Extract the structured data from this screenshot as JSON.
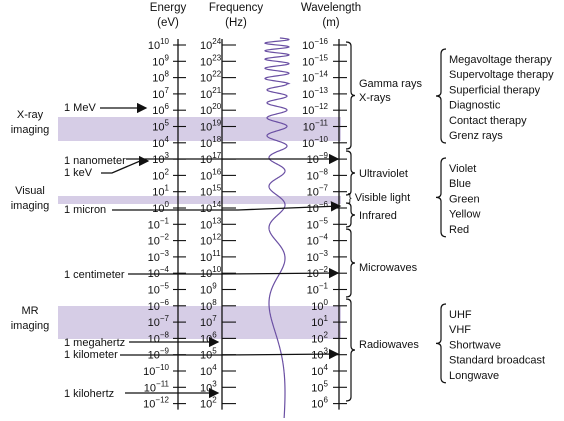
{
  "headers": {
    "energy": "Energy",
    "energy_unit": "(eV)",
    "frequency": "Frequency",
    "frequency_unit": "(Hz)",
    "wavelength": "Wavelength",
    "wavelength_unit": "(m)"
  },
  "energy_exponents": [
    "10",
    "9",
    "8",
    "7",
    "6",
    "5",
    "4",
    "3",
    "2",
    "1",
    "0",
    "−1",
    "−2",
    "−3",
    "−4",
    "−5",
    "−6",
    "−7",
    "−8",
    "−9",
    "−10",
    "−11",
    "−12"
  ],
  "frequency_exponents": [
    "24",
    "23",
    "22",
    "21",
    "20",
    "19",
    "18",
    "17",
    "16",
    "15",
    "14",
    "13",
    "12",
    "11",
    "10",
    "9",
    "8",
    "7",
    "6",
    "5",
    "4",
    "3",
    "2"
  ],
  "wavelength_exponents": [
    "−16",
    "−15",
    "−14",
    "−13",
    "−12",
    "−11",
    "−10",
    "−9",
    "−8",
    "−7",
    "−6",
    "−5",
    "−4",
    "−3",
    "−2",
    "−1",
    "0",
    "1",
    "2",
    "3",
    "4",
    "5",
    "6"
  ],
  "base": "10",
  "imaging": [
    {
      "lines": [
        "X-ray",
        "imaging"
      ]
    },
    {
      "lines": [
        "Visual",
        "imaging"
      ]
    },
    {
      "lines": [
        "MR",
        "imaging"
      ]
    }
  ],
  "markers": [
    {
      "label": "1 MeV"
    },
    {
      "label": "1 nanometer"
    },
    {
      "label": "1 keV"
    },
    {
      "label": "1 micron"
    },
    {
      "label": "1 centimeter"
    },
    {
      "label": "1 megahertz"
    },
    {
      "label": "1 kilometer"
    },
    {
      "label": "1 kilohertz"
    }
  ],
  "regions": [
    {
      "lines": [
        "Gamma rays",
        "X-rays"
      ]
    },
    {
      "lines": [
        "Ultraviolet"
      ]
    },
    {
      "lines": [
        "} Visible light"
      ]
    },
    {
      "lines": [
        "Infrared"
      ]
    },
    {
      "lines": [
        "Microwaves"
      ]
    },
    {
      "lines": [
        "Radiowaves"
      ]
    }
  ],
  "subgroups": [
    {
      "items": [
        "Megavoltage therapy",
        "Supervoltage therapy",
        "Superficial therapy",
        "Diagnostic",
        "Contact therapy",
        "Grenz rays"
      ]
    },
    {
      "items": [
        "Violet",
        "Blue",
        "Green",
        "Yellow",
        "Red"
      ]
    },
    {
      "items": [
        "UHF",
        "VHF",
        "Shortwave",
        "Standard broadcast",
        "Longwave"
      ]
    }
  ],
  "colors": {
    "band": "#d6cde6",
    "wave": "#6a4fa3",
    "line": "#111111"
  }
}
